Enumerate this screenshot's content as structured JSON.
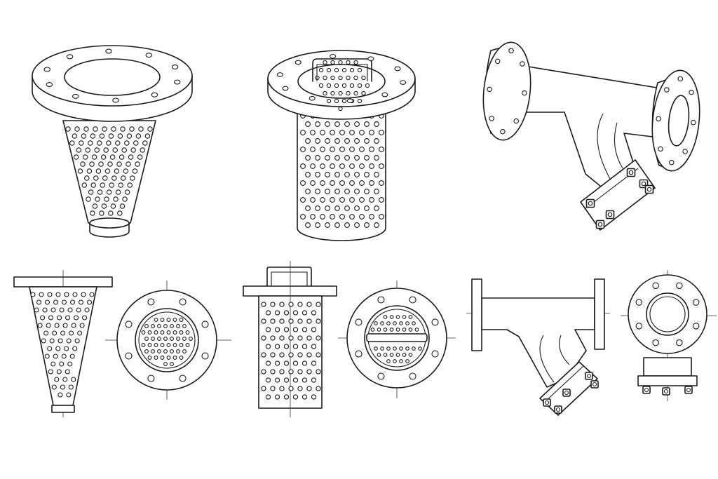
{
  "drawing": {
    "colors": {
      "line": "#1a1a1a",
      "background": "#ffffff"
    },
    "views": [
      {
        "name": "cone-strainer-isometric",
        "kind": "isometric"
      },
      {
        "name": "basket-strainer-isometric",
        "kind": "isometric"
      },
      {
        "name": "y-strainer-isometric",
        "kind": "isometric"
      },
      {
        "name": "cone-strainer-side",
        "kind": "side"
      },
      {
        "name": "cone-strainer-top",
        "kind": "top"
      },
      {
        "name": "basket-strainer-side",
        "kind": "side"
      },
      {
        "name": "basket-strainer-top",
        "kind": "top"
      },
      {
        "name": "y-strainer-side",
        "kind": "side"
      },
      {
        "name": "y-strainer-end",
        "kind": "end"
      }
    ]
  }
}
